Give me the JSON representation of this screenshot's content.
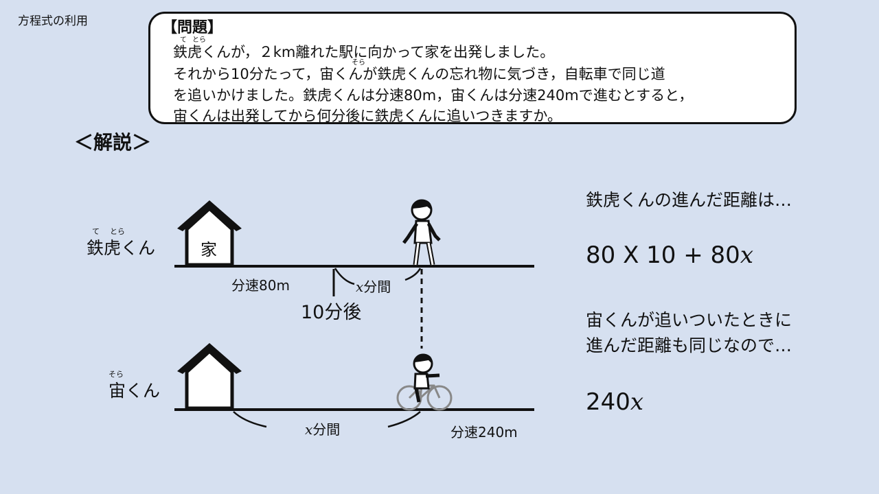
{
  "header": {
    "label": "方程式の利用"
  },
  "problem": {
    "title": "【問題】",
    "line1": "鉄虎くんが，２km離れた駅に向かって家を出発しました。",
    "line2": "それから10分たって，宙くんが鉄虎くんの忘れ物に気づき，自転車で同じ道",
    "line3": "を追いかけました。鉄虎くんは分速80m，宙くんは分速240mで進むとすると，",
    "line4": "宙くんは出発してから何分後に鉄虎くんに追いつきますか。",
    "ruby_te": "て",
    "ruby_tora": "とら",
    "ruby_sora": "そら"
  },
  "explanation": {
    "heading": "＜解説＞",
    "tetora_name": "鉄虎くん",
    "tetora_ruby_te": "て",
    "tetora_ruby_tora": "とら",
    "sora_name": "宙くん",
    "sora_ruby": "そら",
    "house_label": "家",
    "speed_tetora": "分速80m",
    "x_var": "x",
    "minutes": "分間",
    "after_10": "10分後",
    "speed_sora": "分速240m"
  },
  "right_panel": {
    "text1": "鉄虎くんの進んだ距離は…",
    "expr1_prefix": "80 X 10 + 80",
    "expr1_var": "x",
    "text2": "宙くんが追いついたときに",
    "text3": "進んだ距離も同じなので…",
    "expr2_prefix": "240",
    "expr2_var": "x"
  },
  "colors": {
    "background": "#d6e0f0",
    "box": "#ffffff",
    "line": "#111111"
  }
}
